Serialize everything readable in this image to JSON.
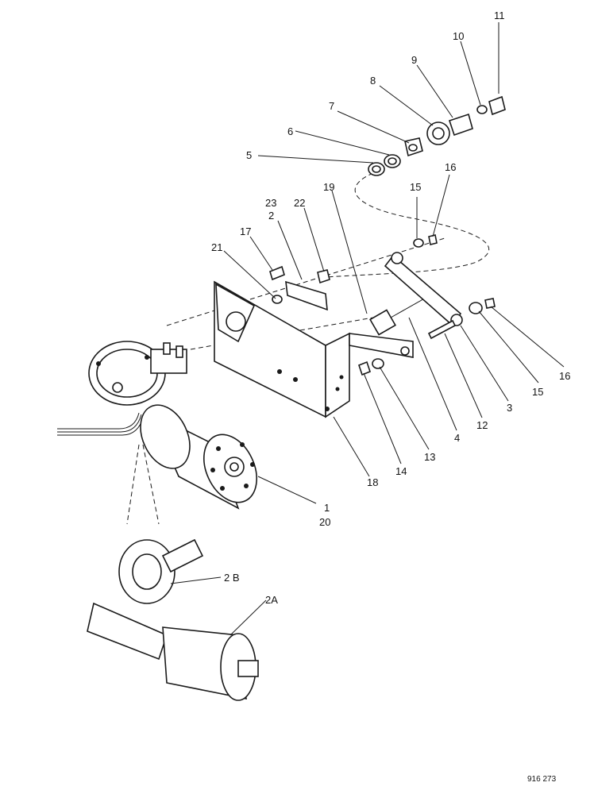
{
  "callouts": {
    "c1": "1",
    "c20": "20",
    "c2": "2",
    "c2a": "2A",
    "c2b": "2 B",
    "c3": "3",
    "c4": "4",
    "c5": "5",
    "c6": "6",
    "c7": "7",
    "c8": "8",
    "c9": "9",
    "c10": "10",
    "c11": "11",
    "c12": "12",
    "c13": "13",
    "c14": "14",
    "c15a": "15",
    "c15b": "15",
    "c16a": "16",
    "c16b": "16",
    "c17": "17",
    "c18": "18",
    "c19": "19",
    "c21": "21",
    "c22": "22",
    "c23": "23"
  },
  "reference_number": "916 273"
}
